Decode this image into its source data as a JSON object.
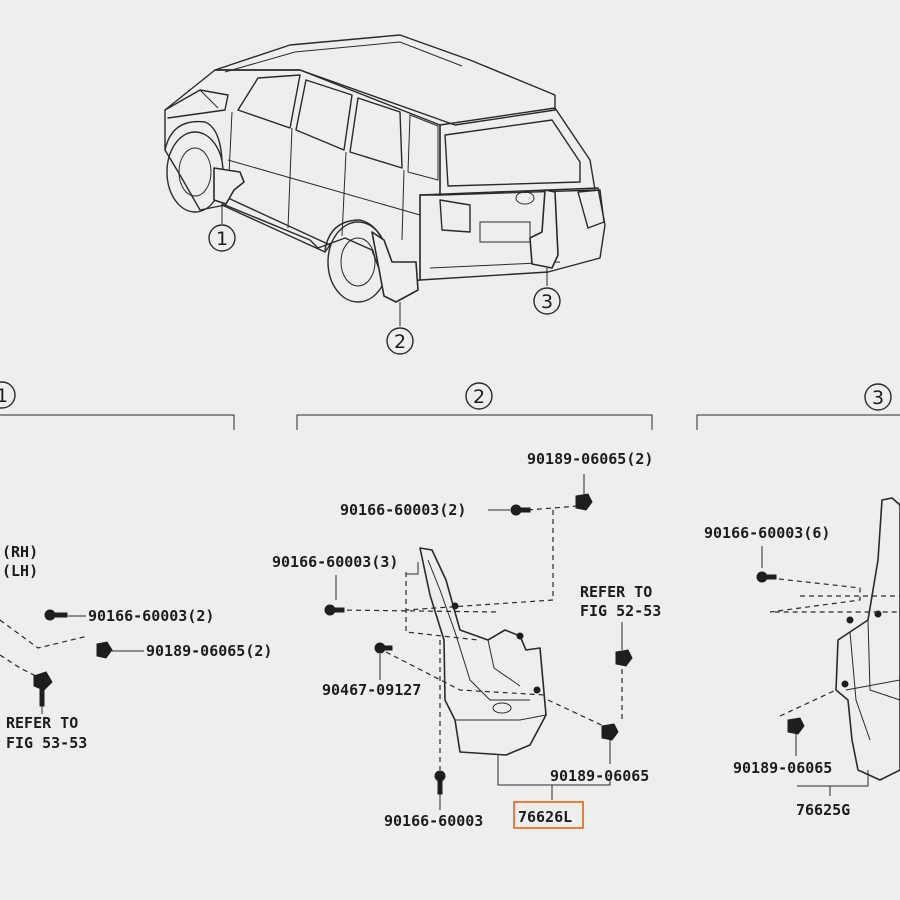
{
  "callouts": [
    "1",
    "2",
    "3"
  ],
  "sections": {
    "left": {
      "callout": "1",
      "side_labels": [
        "(RH)",
        "(LH)"
      ],
      "parts": [
        "90166-60003(2)",
        "90189-06065(2)"
      ],
      "refer": [
        "REFER TO",
        "FIG 53-53"
      ]
    },
    "middle": {
      "callout": "2",
      "parts": {
        "top_bolt": "90189-06065(2)",
        "screw_a": "90166-60003(2)",
        "screw_b": "90166-60003(3)",
        "rivet": "90467-09127",
        "bottom_screw": "90166-60003",
        "right_bolt": "90189-06065",
        "main_part": "76626L"
      },
      "refer": [
        "REFER TO",
        "FIG 52-53"
      ]
    },
    "right": {
      "callout": "3",
      "parts": {
        "screw": "90166-60003(6)",
        "bolt": "90189-06065",
        "main_part": "76625G"
      }
    }
  },
  "colors": {
    "background": "#eeeeee",
    "line": "#2a2a2a",
    "highlight": "#e8722a"
  },
  "icons": [
    "vehicle-illustration",
    "mudguard-part",
    "bolt-icon",
    "screw-icon"
  ]
}
